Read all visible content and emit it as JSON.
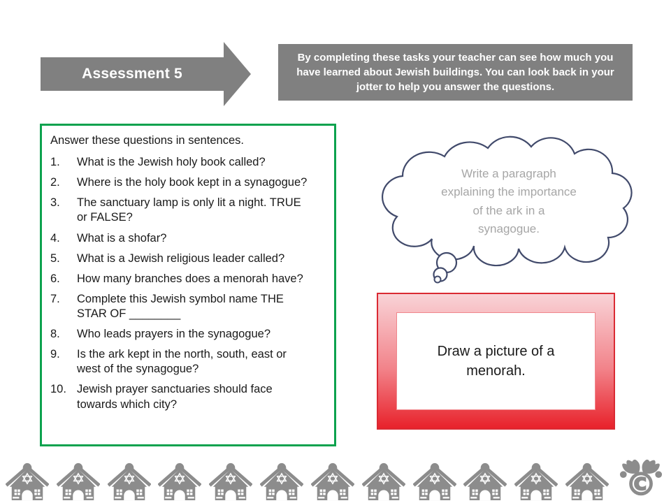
{
  "arrow": {
    "label": "Assessment 5"
  },
  "instruction": {
    "text": "By completing these tasks your teacher can see how much you have learned about Jewish buildings. You can look back in your jotter to help you answer the questions."
  },
  "questions": {
    "intro": "Answer these questions in sentences.",
    "items": [
      {
        "num": "1.",
        "text": "What is the Jewish holy book called?"
      },
      {
        "num": "2.",
        "text": "Where is the holy book kept in a synagogue?"
      },
      {
        "num": "3.",
        "text": "The sanctuary lamp is only lit a night. TRUE or FALSE?"
      },
      {
        "num": "4.",
        "text": "What is a shofar?"
      },
      {
        "num": "5.",
        "text": "What is a Jewish religious leader called?"
      },
      {
        "num": "6.",
        "text": "How many branches does a menorah have?"
      },
      {
        "num": "7.",
        "text": "Complete this Jewish symbol name THE STAR OF ________"
      },
      {
        "num": "8.",
        "text": "Who leads prayers in the synagogue?"
      },
      {
        "num": "9.",
        "text": "Is the ark kept in the north, south, east or west of the synagogue?"
      },
      {
        "num": "10.",
        "text": "Jewish prayer sanctuaries should face towards which city?"
      }
    ]
  },
  "bubble": {
    "text": "Write a paragraph explaining the importance of the ark in a synagogue."
  },
  "draw_task": {
    "text": "Draw a picture of a menorah."
  },
  "footer": {
    "synagogue_icon_count": 12,
    "logo": "moose-copyright"
  },
  "colors": {
    "banner_gray": "#808080",
    "green_border": "#0ca24e",
    "bubble_outline": "#414a6b",
    "bubble_text": "#a6a6a6",
    "red_gradient_top": "#f9d3d7",
    "red_gradient_bottom": "#e8222b",
    "icon_gray": "#8c8c8c"
  }
}
